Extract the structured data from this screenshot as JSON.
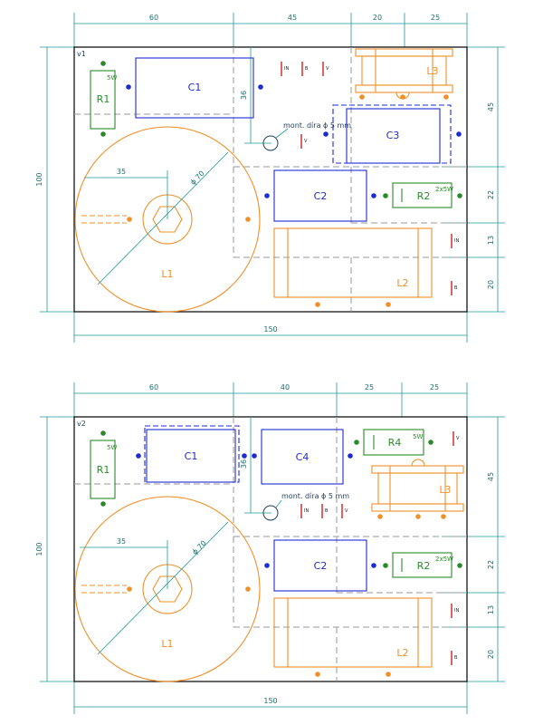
{
  "colors": {
    "blue": "#1f2bd0",
    "green": "#2a8a2a",
    "orange": "#f0902a",
    "red": "#d21e1e",
    "teal": "#1f9a9a"
  },
  "v1": {
    "version": "v1",
    "dims_top": [
      "60",
      "45",
      "20",
      "25"
    ],
    "dim_right": [
      "45",
      "22",
      "13",
      "20"
    ],
    "dim_left": "100",
    "dim_bottom": "150",
    "dim_36": "36",
    "dim_35": "35",
    "dim_diam": "ϕ 70",
    "mount_label": "mont. díra ϕ 5 mm",
    "c1": "C1",
    "c2": "C2",
    "c3": "C3",
    "r1": "R1",
    "r1_power": "5W",
    "r2": "R2",
    "r2_power": "2x5W",
    "l1": "L1",
    "l2": "L2",
    "l3": "L3",
    "terminals": [
      "IN",
      "B",
      "V",
      "V",
      "IN",
      "B"
    ]
  },
  "v2": {
    "version": "v2",
    "dims_top": [
      "60",
      "40",
      "25",
      "25"
    ],
    "dim_right": [
      "45",
      "22",
      "13",
      "20"
    ],
    "dim_left": "100",
    "dim_bottom": "150",
    "dim_36": "36",
    "dim_35": "35",
    "dim_diam": "ϕ 70",
    "mount_label": "mont. díra ϕ 5 mm",
    "c1": "C1",
    "c2": "C2",
    "c4": "C4",
    "r1": "R1",
    "r1_power": "5W",
    "r2": "R2",
    "r2_power": "2x5W",
    "r4": "R4",
    "r4_power": "5W",
    "l1": "L1",
    "l2": "L2",
    "l3": "L3",
    "terminals": [
      "V",
      "IN",
      "B",
      "V",
      "IN",
      "B"
    ]
  }
}
